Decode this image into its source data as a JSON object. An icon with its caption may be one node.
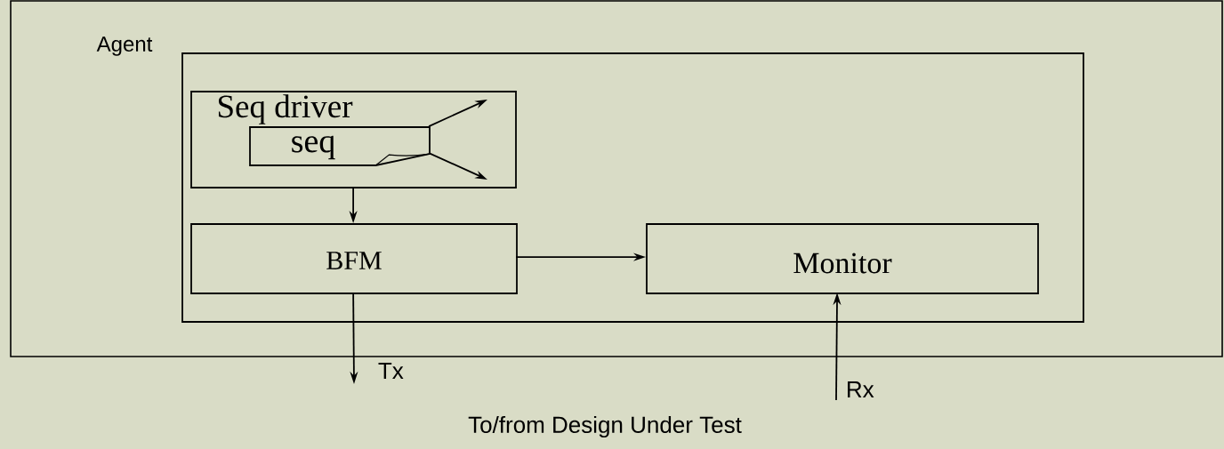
{
  "diagram": {
    "nodes": [
      {
        "text": [
          "Agent"
        ]
      },
      {
        "text": [
          "Seq driver"
        ],
        "in": 0
      },
      {
        "text": [
          "seq"
        ],
        "in": 1
      },
      {
        "text": [
          "BFM"
        ],
        "in": 0
      },
      {
        "text": [
          "Monitor"
        ],
        "in": 0
      }
    ],
    "edges": [
      {
        "from": 2,
        "to": null,
        "arrow": "to"
      },
      {
        "from": 2,
        "to": null,
        "arrow": "to"
      },
      {
        "from": 1,
        "to": 3,
        "arrow": "to"
      },
      {
        "from": 3,
        "to": 4,
        "arrow": "to"
      },
      {
        "from": 3,
        "to": null,
        "label": "Tx",
        "arrow": "to"
      },
      {
        "from": null,
        "to": 4,
        "label": "Rx",
        "arrow": "to"
      }
    ],
    "labels": [
      "To/from Design Under Test"
    ]
  }
}
